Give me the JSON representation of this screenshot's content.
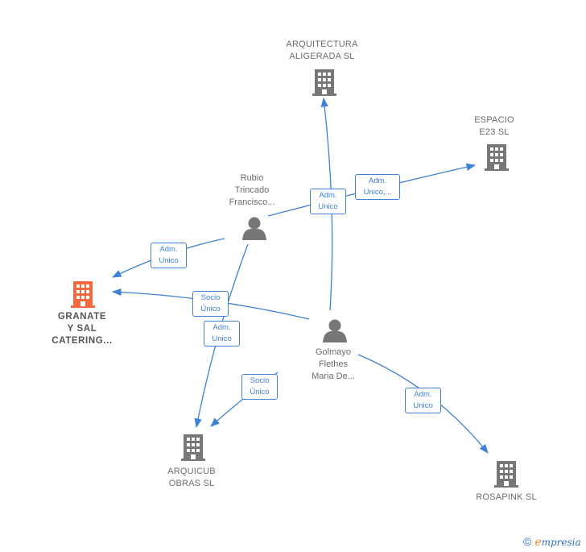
{
  "nodes": {
    "arquitectura": {
      "label": "ARQUITECTURA\nALIGERADA SL",
      "kind": "company"
    },
    "espacio": {
      "label": "ESPACIO\nE23  SL",
      "kind": "company"
    },
    "rubio": {
      "label": "Rubio\nTrincado\nFrancisco...",
      "kind": "person"
    },
    "granate": {
      "label": "GRANATE\nY SAL\nCATERING...",
      "kind": "company-focus"
    },
    "golmayo": {
      "label": "Golmayo\nFlethes\nMaria De...",
      "kind": "person"
    },
    "arquicub": {
      "label": "ARQUICUB\nOBRAS  SL",
      "kind": "company"
    },
    "rosapink": {
      "label": "ROSAPINK SL",
      "kind": "company"
    }
  },
  "edges": {
    "rubio_espacio": "Adm.\nUnico,...",
    "golmayo_arquitectura": "Adm.\nUnico",
    "rubio_granate": "Adm.\nUnico",
    "golmayo_granate": "Socio\nÚnico",
    "rubio_arquicub": "Adm.\nUnico",
    "golmayo_arquicub": "Socio\nÚnico",
    "golmayo_rosapink": "Adm.\nUnico"
  },
  "colors": {
    "edge": "#3f82d5",
    "company_icon": "#777777",
    "focus_icon": "#f26a3d",
    "person_icon": "#777777"
  },
  "brand": {
    "symbol": "©",
    "e": "e",
    "rest": "mpresia"
  }
}
